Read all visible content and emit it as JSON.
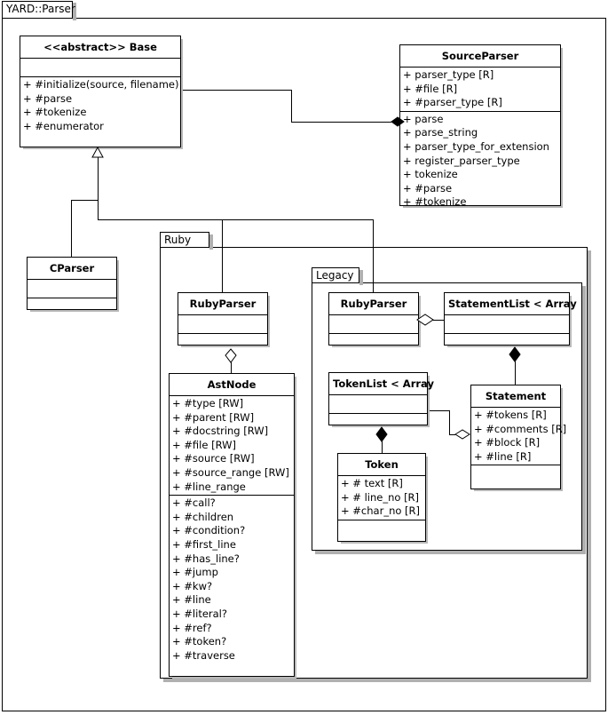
{
  "diagram": {
    "title": "YARD::Parser",
    "type": "uml-class-diagram"
  },
  "packages": [
    {
      "id": "ruby",
      "label": "Ruby"
    },
    {
      "id": "legacy",
      "label": "Legacy"
    }
  ],
  "classes": {
    "base": {
      "name": "<<abstract>> Base",
      "attributes": [],
      "operations": [
        "+ #initialize(source, filename)",
        "+ #parse",
        "+ #tokenize",
        "+ #enumerator"
      ]
    },
    "source_parser": {
      "name": "SourceParser",
      "attributes": [
        "+ parser_type [R]",
        "+ #file [R]",
        "+ #parser_type [R]"
      ],
      "operations": [
        "+ parse",
        "+ parse_string",
        "+ parser_type_for_extension",
        "+ register_parser_type",
        "+ tokenize",
        "+ #parse",
        "+ #tokenize"
      ]
    },
    "cparser": {
      "name": "CParser",
      "attributes": [],
      "operations": []
    },
    "ruby_parser": {
      "name": "RubyParser",
      "attributes": [],
      "operations": []
    },
    "legacy_ruby_parser": {
      "name": "RubyParser",
      "attributes": [],
      "operations": []
    },
    "statement_list": {
      "name": "StatementList < Array",
      "attributes": [],
      "operations": []
    },
    "ast_node": {
      "name": "AstNode",
      "attributes": [
        "+ #type [RW]",
        "+ #parent [RW]",
        "+ #docstring [RW]",
        "+ #file [RW]",
        "+ #source [RW]",
        "+ #source_range [RW]",
        "+ #line_range"
      ],
      "operations": [
        "+ #call?",
        "+ #children",
        "+ #condition?",
        "+ #first_line",
        "+ #has_line?",
        "+ #jump",
        "+ #kw?",
        "+ #line",
        "+ #literal?",
        "+ #ref?",
        "+ #token?",
        "+ #traverse"
      ]
    },
    "token_list": {
      "name": "TokenList < Array",
      "attributes": [],
      "operations": []
    },
    "statement": {
      "name": "Statement",
      "attributes": [
        "+ #tokens [R]",
        "+ #comments [R]",
        "+ #block [R]",
        "+ #line [R]"
      ],
      "operations": []
    },
    "token": {
      "name": "Token",
      "attributes": [
        "+ # text [R]",
        "+ # line_no [R]",
        "+ #char_no [R]"
      ],
      "operations": []
    }
  },
  "relationships": [
    {
      "from": "base",
      "to": "source_parser",
      "type": "composition"
    },
    {
      "from": "cparser",
      "to": "base",
      "type": "generalization"
    },
    {
      "from": "ruby_parser",
      "to": "base",
      "type": "generalization"
    },
    {
      "from": "legacy_ruby_parser",
      "to": "base",
      "type": "generalization"
    },
    {
      "from": "ruby_parser",
      "to": "ast_node",
      "type": "aggregation"
    },
    {
      "from": "legacy_ruby_parser",
      "to": "statement_list",
      "type": "aggregation"
    },
    {
      "from": "statement_list",
      "to": "statement",
      "type": "composition"
    },
    {
      "from": "token_list",
      "to": "token",
      "type": "composition"
    },
    {
      "from": "statement",
      "to": "token_list",
      "type": "aggregation"
    }
  ],
  "colors": {
    "line": "#000000",
    "fill": "#ffffff",
    "shadow": "#b8b8b8"
  }
}
